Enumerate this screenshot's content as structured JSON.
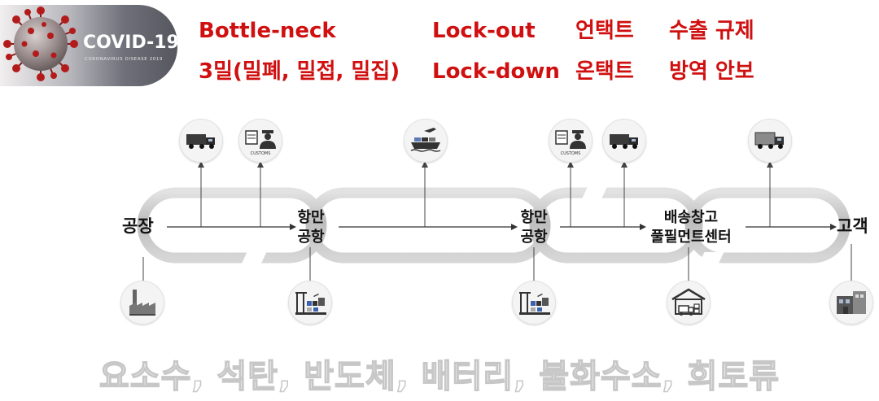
{
  "banner": {
    "title": "COVID-19",
    "subtitle": "CORONAVIRUS DISEASE 2019"
  },
  "keywords": {
    "bottleneck": "Bottle-neck",
    "three_c": "3밀(밀폐, 밀접, 밀집)",
    "lockout": "Lock-out",
    "lockdown": "Lock-down",
    "untact": "언택트",
    "ontact": "온택트",
    "export_control": "수출 규제",
    "quarantine_security": "방역 안보"
  },
  "nodes": {
    "factory": "공장",
    "port_airport_1_line1": "항만",
    "port_airport_1_line2": "공항",
    "port_airport_2_line1": "항만",
    "port_airport_2_line2": "공항",
    "fulfillment_line1": "배송창고",
    "fulfillment_line2": "풀필먼트센터",
    "customer": "고객"
  },
  "icons": {
    "top": [
      "truck-icon",
      "customs-officer-icon",
      "ship-plane-icon",
      "customs-officer-icon",
      "truck-icon",
      "truck-icon"
    ],
    "bottom": [
      "factory-icon",
      "port-terminal-icon",
      "port-terminal-icon",
      "warehouse-delivery-icon",
      "store-building-icon"
    ],
    "customs_label": "CUSTOMS"
  },
  "materials": "요소수, 석탄, 반도체, 배터리, 불화수소, 희토류",
  "colors": {
    "keyword_red": "#d01010",
    "chain_gray": "#bdbdbd",
    "icon_blue": "#3a62b0"
  }
}
